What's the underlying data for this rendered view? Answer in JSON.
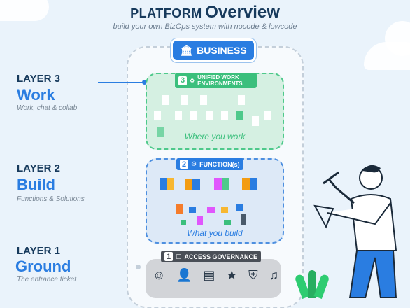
{
  "header": {
    "title_prefix": "PLATFORM",
    "title_main": "Overview",
    "subtitle": "build your own BizOps system with nocode & lowcode"
  },
  "business": {
    "label": "BUSINESS",
    "icon": "bank-icon"
  },
  "layers": [
    {
      "label": "LAYER 3",
      "name": "Work",
      "desc": "Work, chat & collab",
      "badge_num": "3",
      "badge_text": "UNIFIED WORK ENVIRONMENTS",
      "caption": "Where you work"
    },
    {
      "label": "LAYER 2",
      "name": "Build",
      "desc": "Functions & Solutions",
      "badge_num": "2",
      "badge_text": "FUNCTION(s)",
      "caption": "What you build"
    },
    {
      "label": "LAYER 1",
      "name": "Ground",
      "desc": "The entrance ticket",
      "badge_num": "1",
      "badge_text": "ACCESS GOVERNANCE"
    }
  ],
  "governance_icons": [
    "user-circle-icon",
    "add-user-icon",
    "id-card-icon",
    "user-star-icon",
    "shield-key-icon",
    "bell-icon"
  ],
  "colors": {
    "background": "#eaf3fb",
    "accent_blue": "#2a7de1",
    "work_green": "#4ec98b",
    "build_blue": "#4d8fe0",
    "ground_grey": "#d2d4d8",
    "title_navy": "#173a5c"
  }
}
